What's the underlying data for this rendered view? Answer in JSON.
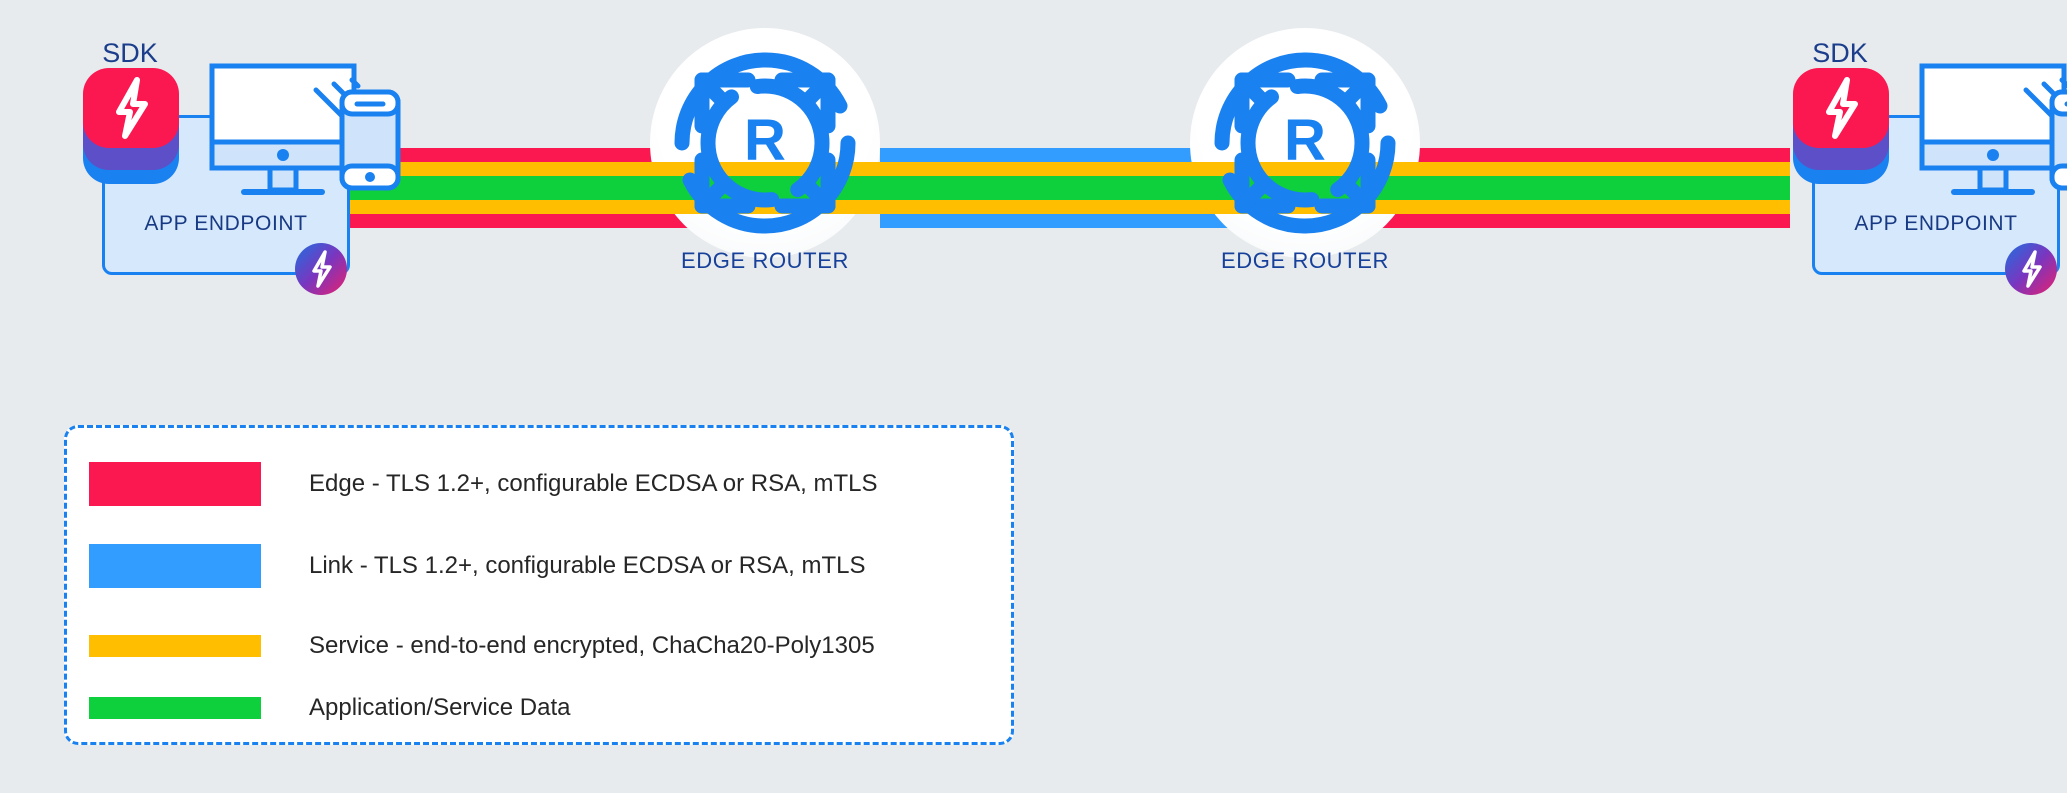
{
  "background_color": "#e7ebee",
  "diagram": {
    "title_hidden": true,
    "nodes": [
      {
        "type": "app-endpoint",
        "position": "left",
        "sdk_label": "SDK",
        "endpoint_label": "APP ENDPOINT"
      },
      {
        "type": "edge-router",
        "position": "center-left",
        "label": "EDGE ROUTER"
      },
      {
        "type": "edge-router",
        "position": "center-right",
        "label": "EDGE ROUTER"
      },
      {
        "type": "app-endpoint",
        "position": "right",
        "sdk_label": "SDK",
        "endpoint_label": "APP ENDPOINT"
      }
    ],
    "links": [
      {
        "from": "app-endpoint-left",
        "to": "edge-router-left",
        "layers": [
          "edge",
          "service",
          "data",
          "service",
          "edge"
        ]
      },
      {
        "from": "edge-router-left",
        "to": "edge-router-right",
        "layers": [
          "link",
          "service",
          "data",
          "service",
          "link"
        ]
      },
      {
        "from": "edge-router-right",
        "to": "app-endpoint-right",
        "layers": [
          "edge",
          "service",
          "data",
          "service",
          "edge"
        ]
      }
    ]
  },
  "colors": {
    "edge_red": "#fb1850",
    "link_blue": "#339dff",
    "service_amber": "#ffbf00",
    "data_green": "#0ed03c",
    "sdk_red": "#fb1850",
    "sdk_purple": "#5c4fc7",
    "sdk_blue": "#1a81f0",
    "node_stroke": "#1a81f0",
    "node_fill": "#d6e8fb",
    "label_navy": "#183a84",
    "legend_border": "#1a81f0",
    "legend_fill": "#ffffff",
    "text_dark": "#262626"
  },
  "legend": {
    "items": [
      {
        "swatch_color": "#fb1850",
        "swatch_name": "edge-swatch",
        "label": "Edge - TLS 1.2+, configurable ECDSA or RSA, mTLS"
      },
      {
        "swatch_color": "#339dff",
        "swatch_name": "link-swatch",
        "label": "Link - TLS 1.2+, configurable ECDSA or RSA, mTLS"
      },
      {
        "swatch_color": "#ffbf00",
        "swatch_name": "service-swatch",
        "label": "Service - end-to-end encrypted, ChaCha20-Poly1305"
      },
      {
        "swatch_color": "#0ed03c",
        "swatch_name": "data-swatch",
        "label": "Application/Service Data"
      }
    ]
  }
}
